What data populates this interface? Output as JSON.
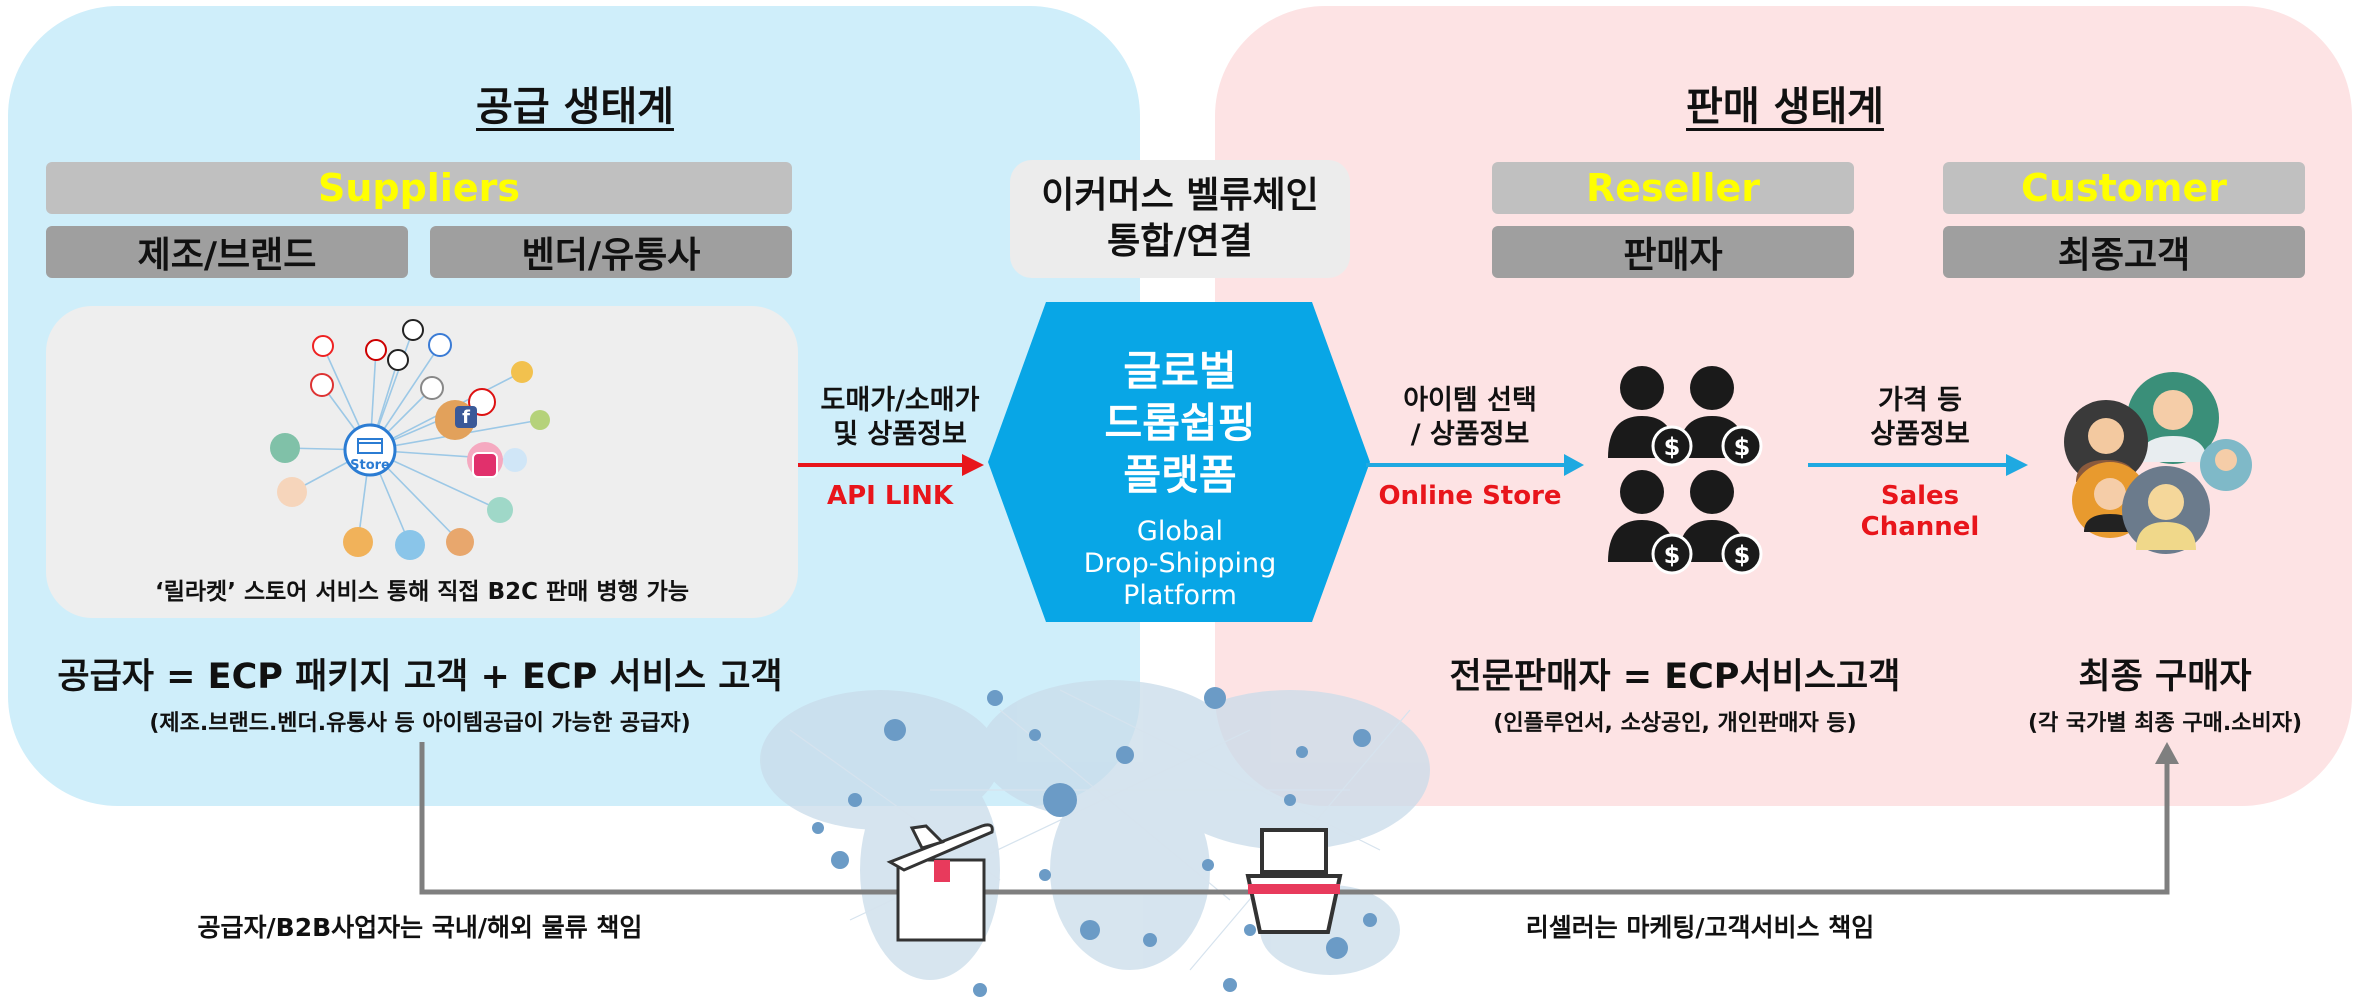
{
  "supply": {
    "title": "공급 생태계",
    "suppliers_label": "Suppliers",
    "manufacturer_label": "제조/브랜드",
    "vendor_label": "벤더/유통사",
    "store_node_label": "Store",
    "store_caption": "‘릴라켓’  스토어 서비스 통해 직접 B2C 판매 병행 가능",
    "description": "공급자 = ECP 패키지 고객 + ECP 서비스 고객",
    "description_sub": "(제조.브랜드.벤더.유통사 등 아이템공급이 가능한 공급자)"
  },
  "center": {
    "label_line1": "이커머스 벨류체인",
    "label_line2": "통합/연결",
    "platform_ko_line1": "글로벌",
    "platform_ko_line2": "드롭쉽핑",
    "platform_ko_line3": "플랫폼",
    "platform_en_line1": "Global",
    "platform_en_line2": "Drop-Shipping",
    "platform_en_line3": "Platform"
  },
  "links": {
    "supply_line1": "도매가/소매가",
    "supply_line2": "및 상품정보",
    "supply_channel": "API LINK",
    "reseller_line1": "아이템 선택",
    "reseller_line2": "/ 상품정보",
    "reseller_channel": "Online Store",
    "customer_line1": "가격 등",
    "customer_line2": "상품정보",
    "customer_channel_line1": "Sales",
    "customer_channel_line2": "Channel"
  },
  "sales": {
    "title": "판매 생태계",
    "reseller_label": "Reseller",
    "reseller_ko": "판매자",
    "customer_label": "Customer",
    "customer_ko": "최종고객",
    "reseller_desc": "전문판매자 = ECP서비스고객",
    "reseller_desc_sub": "(인플루언서, 소상공인, 개인판매자 등)",
    "customer_desc": "최종 구매자",
    "customer_desc_sub": "(각 국가별 최종 구매.소비자)"
  },
  "logistics": {
    "supplier_responsibility": "공급자/B2B사업자는 국내/해외 물류 책임",
    "reseller_responsibility": "리셀러는 마케팅/고객서비스 책임"
  },
  "colors": {
    "supply_bg": "#cfeefa",
    "sales_bg": "#fde3e4",
    "platform_hex": "#08a6e6",
    "accent_yellow": "#ffff00",
    "accent_red": "#e8151b",
    "arrow_blue": "#1fa9e1"
  },
  "icons": [
    "store-icon",
    "facebook-icon",
    "instagram-icon",
    "airplane-icon",
    "ship-icon",
    "dollar-icon"
  ]
}
